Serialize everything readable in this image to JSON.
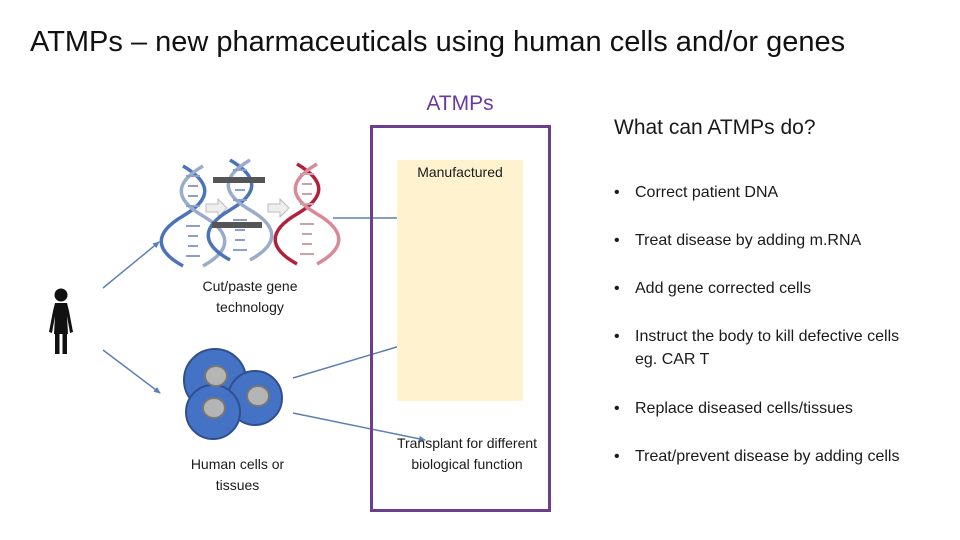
{
  "title": "ATMPs – new pharmaceuticals using human cells and/or genes",
  "center": {
    "heading": "ATMPs",
    "manufactured": "Manufactured",
    "transplant": "Transplant for different biological function"
  },
  "left": {
    "gene_label": "Cut/paste gene technology",
    "cells_label": "Human cells or tissues"
  },
  "right": {
    "heading": "What can ATMPs do?",
    "bullet_symbol": "•",
    "bullets": [
      {
        "text": "Correct patient DNA"
      },
      {
        "text": "Treat disease by adding m.RNA"
      },
      {
        "text": "Add gene corrected cells"
      },
      {
        "text": "Instruct the body to kill defective cells",
        "cont": "eg. CAR T"
      },
      {
        "text": "Replace diseased cells/tissues"
      },
      {
        "text": "Treat/prevent disease by adding cells"
      }
    ]
  },
  "colors": {
    "purple": "#6b3f8c",
    "cream": "#fff3cf",
    "arrow": "#5b7fb5",
    "cell_blue": "#4472c4",
    "dna_blue": "#4a73b8",
    "dna_red": "#b0223a"
  },
  "icons": [
    "person-icon",
    "dna-strands-icon",
    "syringe-icon",
    "cells-icon"
  ]
}
